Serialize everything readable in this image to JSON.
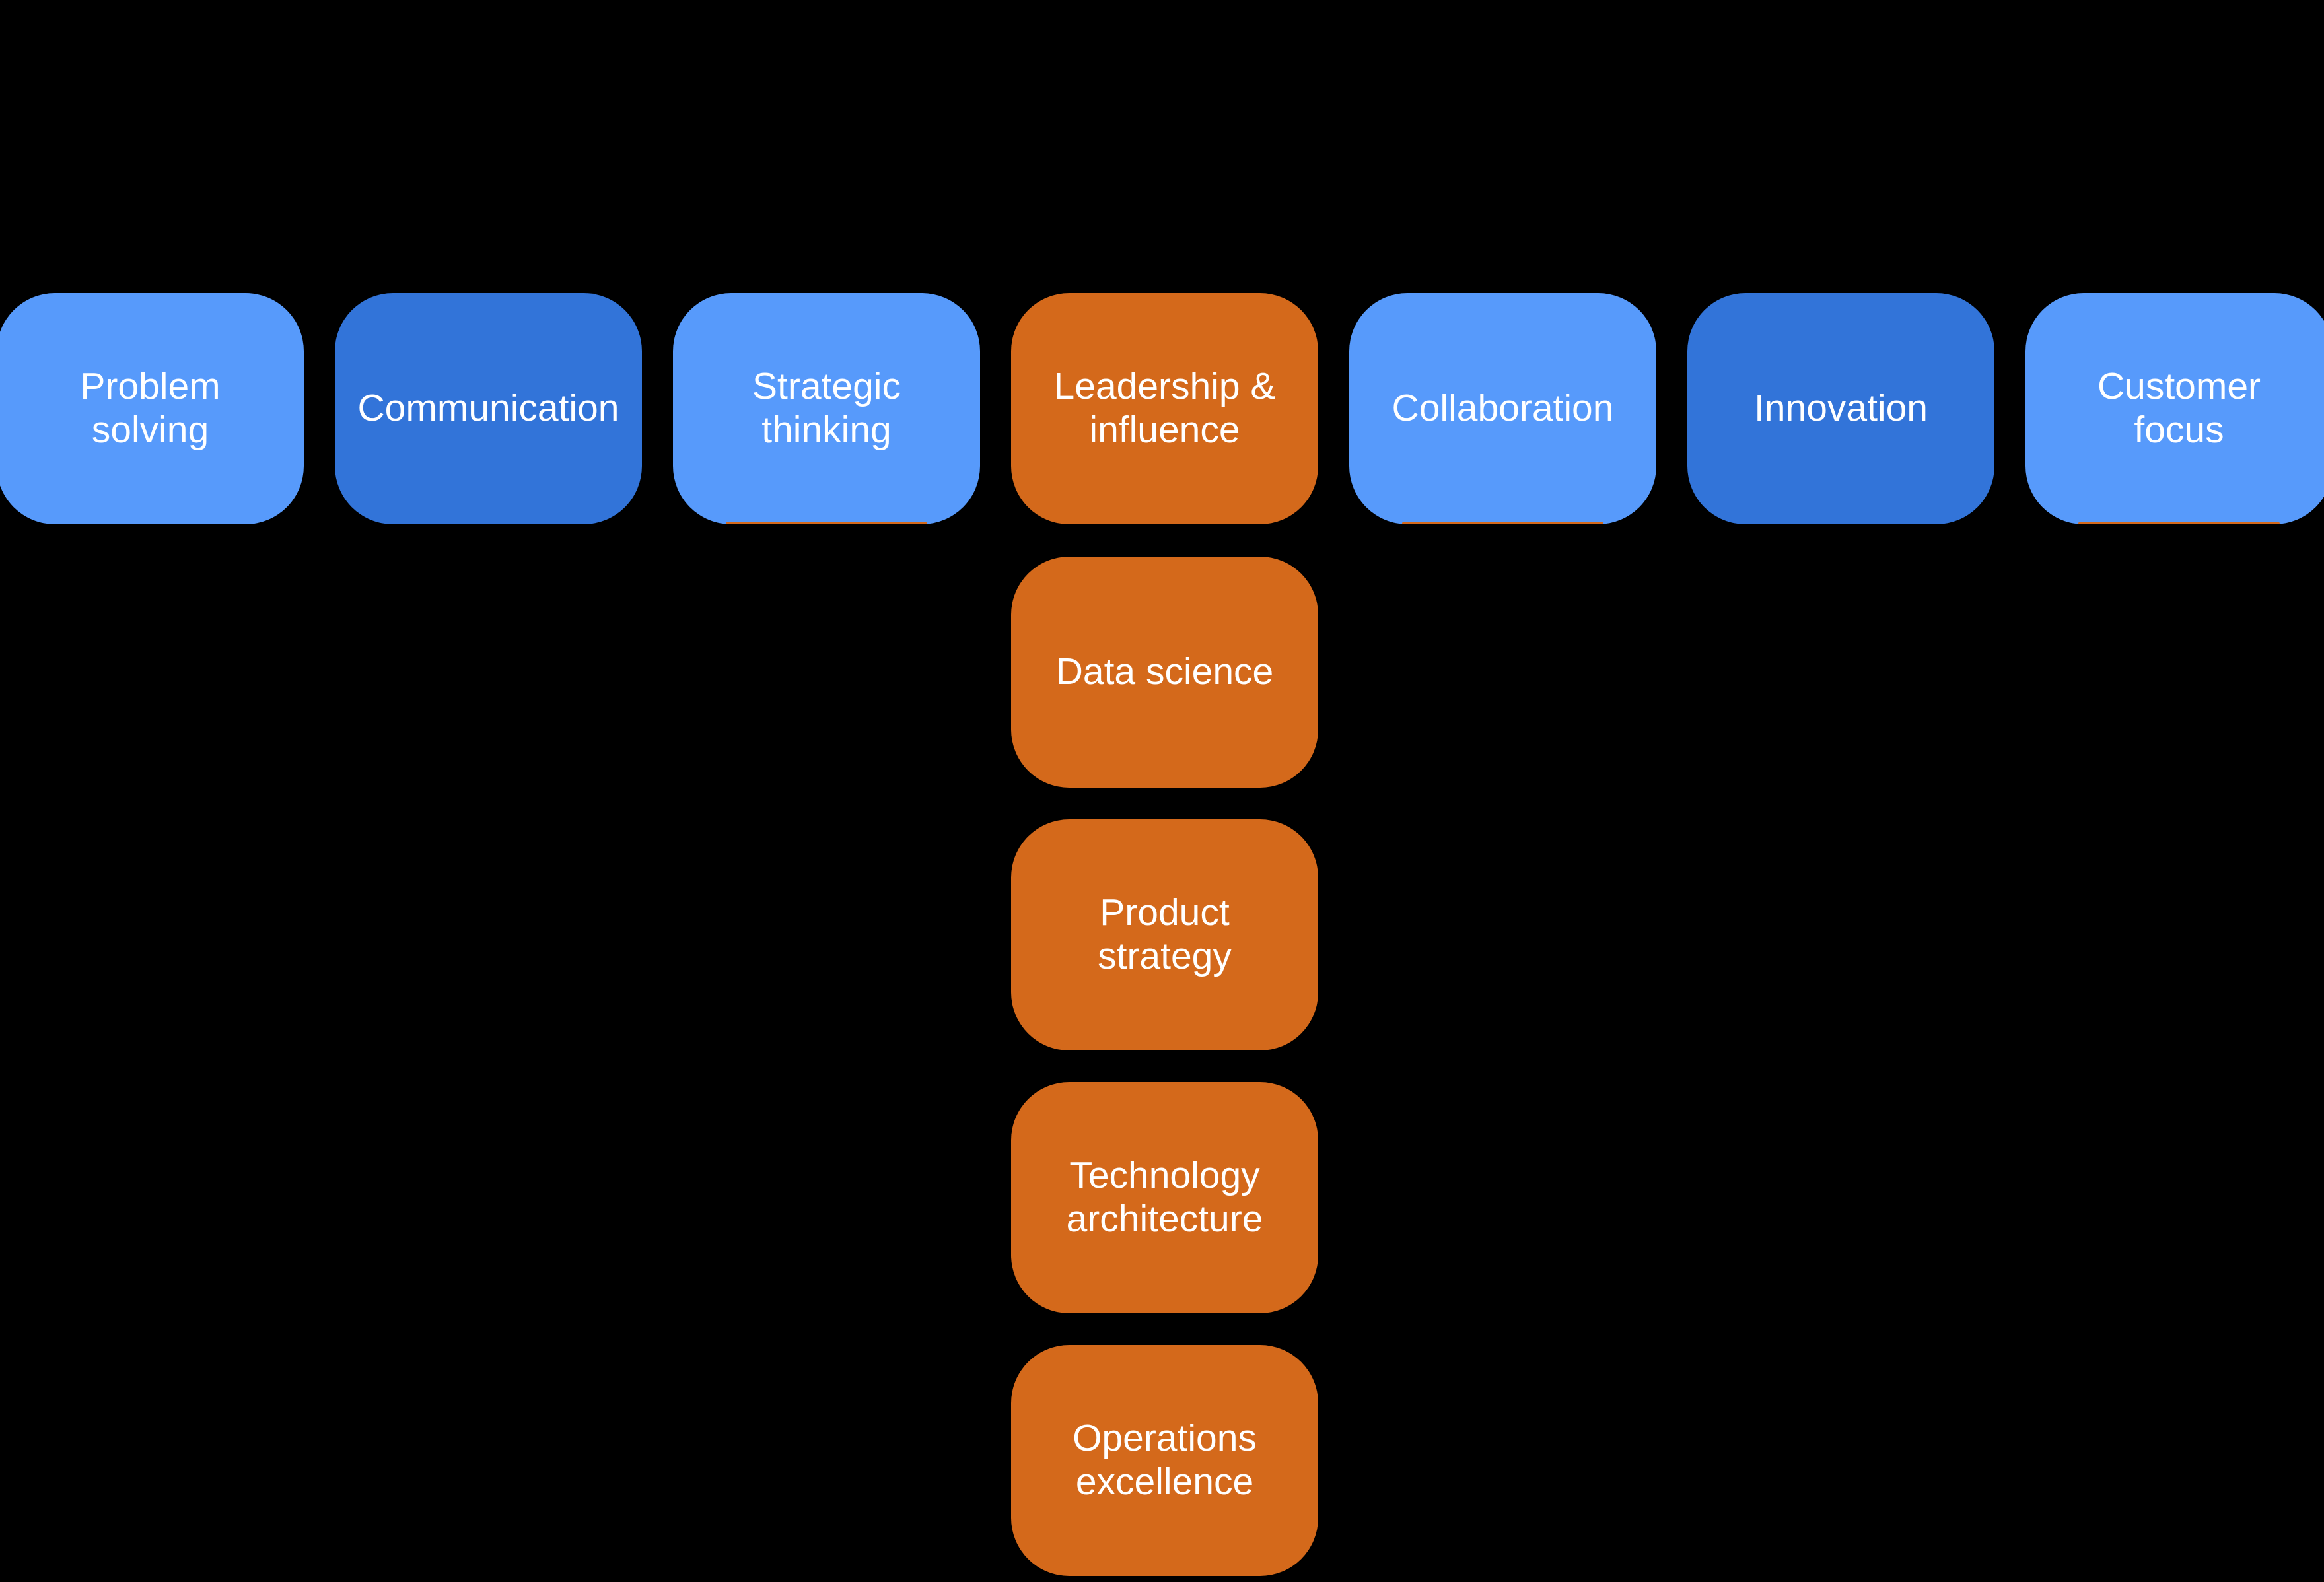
{
  "diagram": {
    "background": "#000000",
    "text_color": "#FFFFFF",
    "palette": {
      "light_blue": "#579AFB",
      "dark_blue": "#3274D9",
      "orange": "#D4691B"
    },
    "top_row": [
      {
        "id": "problem-solving",
        "label": "Problem\nsolving",
        "color": "light_blue",
        "accent_underline": false
      },
      {
        "id": "communication",
        "label": "Communication",
        "color": "dark_blue",
        "accent_underline": false
      },
      {
        "id": "strategic-thinking",
        "label": "Strategic\nthinking",
        "color": "light_blue",
        "accent_underline": true
      },
      {
        "id": "leadership-influence",
        "label": "Leadership &\ninfluence",
        "color": "orange",
        "accent_underline": false
      },
      {
        "id": "collaboration",
        "label": "Collaboration",
        "color": "light_blue",
        "accent_underline": true
      },
      {
        "id": "innovation",
        "label": "Innovation",
        "color": "dark_blue",
        "accent_underline": false
      },
      {
        "id": "customer-focus",
        "label": "Customer\nfocus",
        "color": "light_blue",
        "accent_underline": true
      }
    ],
    "column": {
      "attached_under": "Leadership &\ninfluence",
      "items": [
        {
          "id": "data-science",
          "label": "Data science",
          "color": "orange"
        },
        {
          "id": "product-strategy",
          "label": "Product\nstrategy",
          "color": "orange"
        },
        {
          "id": "technology-architecture",
          "label": "Technology\narchitecture",
          "color": "orange"
        },
        {
          "id": "operations-excellence",
          "label": "Operations\nexcellence",
          "color": "orange"
        }
      ]
    }
  }
}
